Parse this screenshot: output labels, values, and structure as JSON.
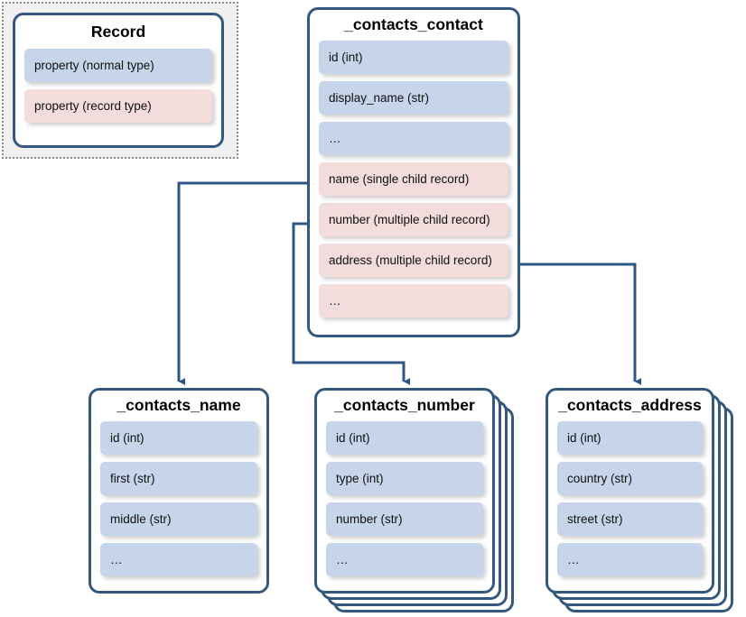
{
  "legend": {
    "title": "Record",
    "rows": [
      {
        "label": "property (normal  type)",
        "kind": "normal"
      },
      {
        "label": "property (record type)",
        "kind": "record"
      }
    ]
  },
  "entities": [
    {
      "id": "contacts_contact",
      "title": "_contacts_contact",
      "multiple": false,
      "rows": [
        {
          "label": "id  (int)",
          "kind": "normal"
        },
        {
          "label": "display_name  (str)",
          "kind": "normal"
        },
        {
          "label": "…",
          "kind": "normal"
        },
        {
          "label": "name (single  child  record)",
          "kind": "record"
        },
        {
          "label": "number (multiple child record)",
          "kind": "record"
        },
        {
          "label": "address (multiple child record)",
          "kind": "record"
        },
        {
          "label": "…",
          "kind": "record"
        }
      ]
    },
    {
      "id": "contacts_name",
      "title": "_contacts_name",
      "multiple": false,
      "rows": [
        {
          "label": "id  (int)",
          "kind": "normal"
        },
        {
          "label": "first  (str)",
          "kind": "normal"
        },
        {
          "label": "middle  (str)",
          "kind": "normal"
        },
        {
          "label": "…",
          "kind": "normal"
        }
      ]
    },
    {
      "id": "contacts_number",
      "title": "_contacts_number",
      "multiple": true,
      "rows": [
        {
          "label": "id  (int)",
          "kind": "normal"
        },
        {
          "label": "type (int)",
          "kind": "normal"
        },
        {
          "label": "number (str)",
          "kind": "normal"
        },
        {
          "label": "…",
          "kind": "normal"
        }
      ]
    },
    {
      "id": "contacts_address",
      "title": "_contacts_address",
      "multiple": true,
      "rows": [
        {
          "label": "id  (int)",
          "kind": "normal"
        },
        {
          "label": "country (str)",
          "kind": "normal"
        },
        {
          "label": "street (str)",
          "kind": "normal"
        },
        {
          "label": "…",
          "kind": "normal"
        }
      ]
    }
  ],
  "connectors": [
    {
      "from": "name",
      "to": "contacts_name"
    },
    {
      "from": "number",
      "to": "contacts_number"
    },
    {
      "from": "address",
      "to": "contacts_address"
    }
  ],
  "colors": {
    "border": "#35587f",
    "normal_fill": "#c6d5ea",
    "record_fill": "#f2dcdc",
    "legend_fill": "#f0f0f0",
    "legend_border": "#8c8c8c",
    "connector": "#2e5584"
  }
}
